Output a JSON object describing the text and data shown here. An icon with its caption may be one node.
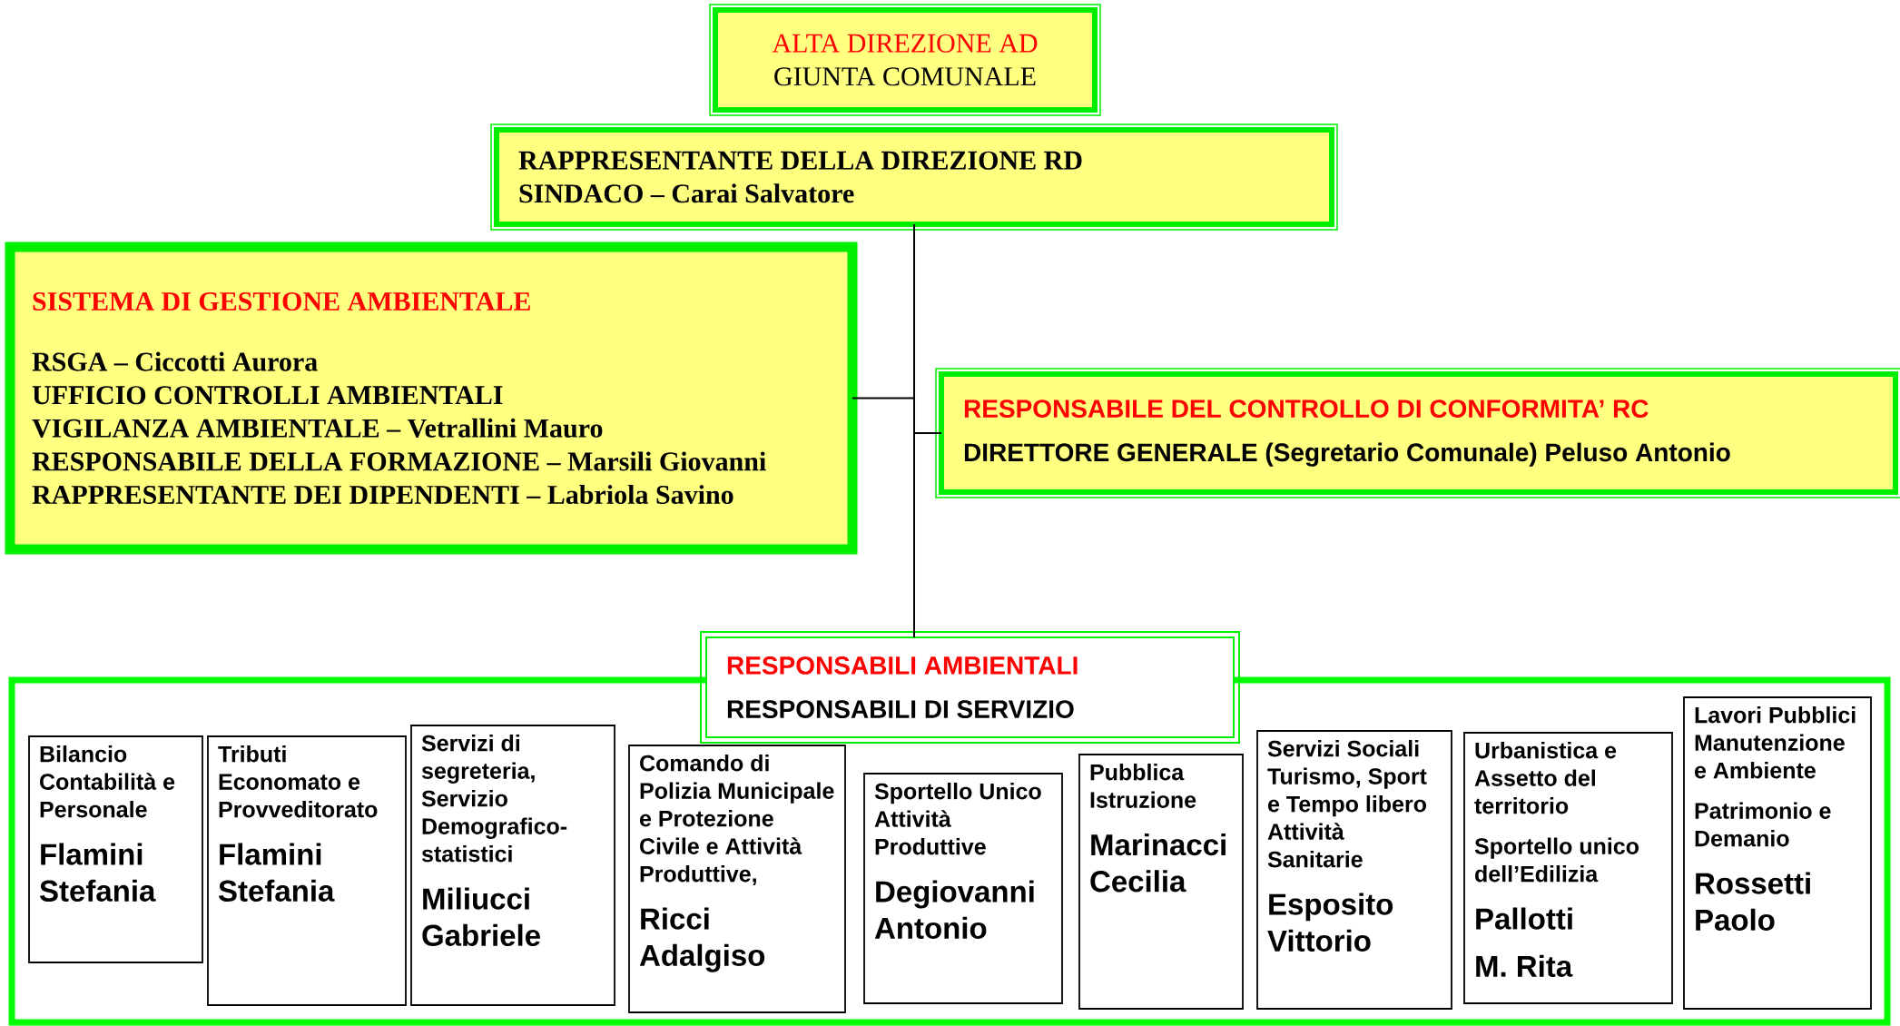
{
  "diagram": {
    "nodes": [
      {
        "text": [
          "ALTA DIREZIONE AD",
          "GIUNTA COMUNALE"
        ]
      },
      {
        "text": [
          "RAPPRESENTANTE DELLA DIREZIONE RD",
          "SINDACO – Carai Salvatore"
        ]
      },
      {
        "text": [
          "SISTEMA DI GESTIONE AMBIENTALE",
          "RSGA – Ciccotti Aurora",
          "UFFICIO CONTROLLI AMBIENTALI",
          "VIGILANZA AMBIENTALE – Vetrallini Mauro",
          "RESPONSABILE DELLA FORMAZIONE – Marsili Giovanni",
          "RAPPRESENTANTE DEI DIPENDENTI – Labriola Savino"
        ]
      },
      {
        "text": [
          "RESPONSABILE DEL CONTROLLO DI CONFORMITA’ RC",
          "DIRETTORE GENERALE (Segretario Comunale) Peluso Antonio"
        ]
      },
      {
        "text": [
          "RESPONSABILI AMBIENTALI",
          "RESPONSABILI DI SERVIZIO"
        ]
      },
      {
        "text": [],
        "shape": "box"
      },
      {
        "text": [
          "Bilancio Contabilità e Personale",
          "Flamini Stefania"
        ],
        "in": 5
      },
      {
        "text": [
          "Tributi Economato e Provveditorato",
          "Flamini Stefania"
        ],
        "in": 5
      },
      {
        "text": [
          "Servizi di segreteria, Servizio Demografico-statistici",
          "Miliucci Gabriele"
        ],
        "in": 5
      },
      {
        "text": [
          "Comando di Polizia Municipale e Protezione Civile e Attività Produttive,",
          "Ricci Adalgiso"
        ],
        "in": 5
      },
      {
        "text": [
          "Sportello Unico Attività Produttive",
          "Degiovanni Antonio"
        ],
        "in": 5
      },
      {
        "text": [
          "Pubblica Istruzione",
          "Marinacci Cecilia"
        ],
        "in": 5
      },
      {
        "text": [
          "Servizi Sociali Turismo, Sport e Tempo libero Attività Sanitarie",
          "Esposito Vittorio"
        ],
        "in": 5
      },
      {
        "text": [
          "Urbanistica e Assetto del territorio",
          "Sportello unico dell’Edilizia",
          "Pallotti",
          "M. Rita"
        ],
        "in": 5
      },
      {
        "text": [
          "Lavori Pubblici Manutenzione e Ambiente",
          "Patrimonio e Demanio",
          "Rossetti Paolo"
        ],
        "in": 5
      }
    ],
    "edges": [
      {
        "from": 1,
        "to": 2,
        "arrow": "none"
      },
      {
        "from": 1,
        "to": 3,
        "arrow": "none"
      },
      {
        "from": 1,
        "to": 4,
        "arrow": "none"
      }
    ]
  }
}
